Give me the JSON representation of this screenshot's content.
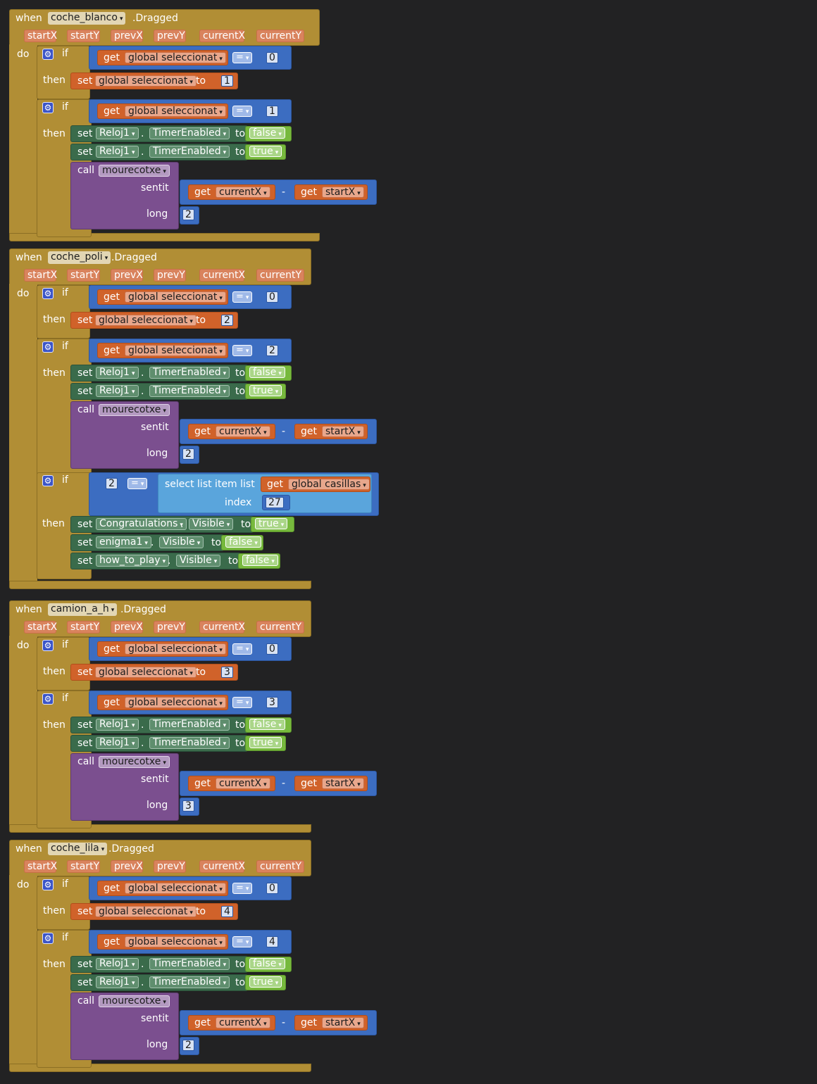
{
  "common": {
    "when": "when",
    "dragged": ".Dragged",
    "do": "do",
    "if": "if",
    "then": "then",
    "get": "get",
    "set": "set",
    "to": "to",
    "call": "call",
    "dot": ".",
    "eq": "=",
    "minus": "-",
    "sentit": "sentit",
    "long": "long",
    "global_seleccionat": "global seleccionat",
    "global_casillas": "global casillas",
    "reloj1": "Reloj1",
    "timer_enabled": "TimerEnabled",
    "visible": "Visible",
    "false": "false",
    "true": "true",
    "mourecotxe": "mourecotxe",
    "currentX": "currentX",
    "startX": "startX",
    "params": [
      "startX",
      "startY",
      "prevX",
      "prevY",
      "currentX",
      "currentY"
    ],
    "select_list_item": "select list item  list",
    "index": "index",
    "zero": "0"
  },
  "blocks": [
    {
      "component": "coche_blanco",
      "value": "1",
      "long": "2"
    },
    {
      "component": "coche_poli",
      "value": "2",
      "long": "2",
      "extra_if": {
        "compare_value": "2",
        "list_index": "27",
        "sets": [
          {
            "component": "Congratulations",
            "property": "Visible",
            "value": "true"
          },
          {
            "component": "enigma1",
            "property": "Visible",
            "value": "false"
          },
          {
            "component": "how_to_play",
            "property": "Visible",
            "value": "false"
          }
        ]
      }
    },
    {
      "component": "camion_a_h",
      "value": "3",
      "long": "3"
    },
    {
      "component": "coche_lila",
      "value": "4",
      "long": "2"
    }
  ]
}
